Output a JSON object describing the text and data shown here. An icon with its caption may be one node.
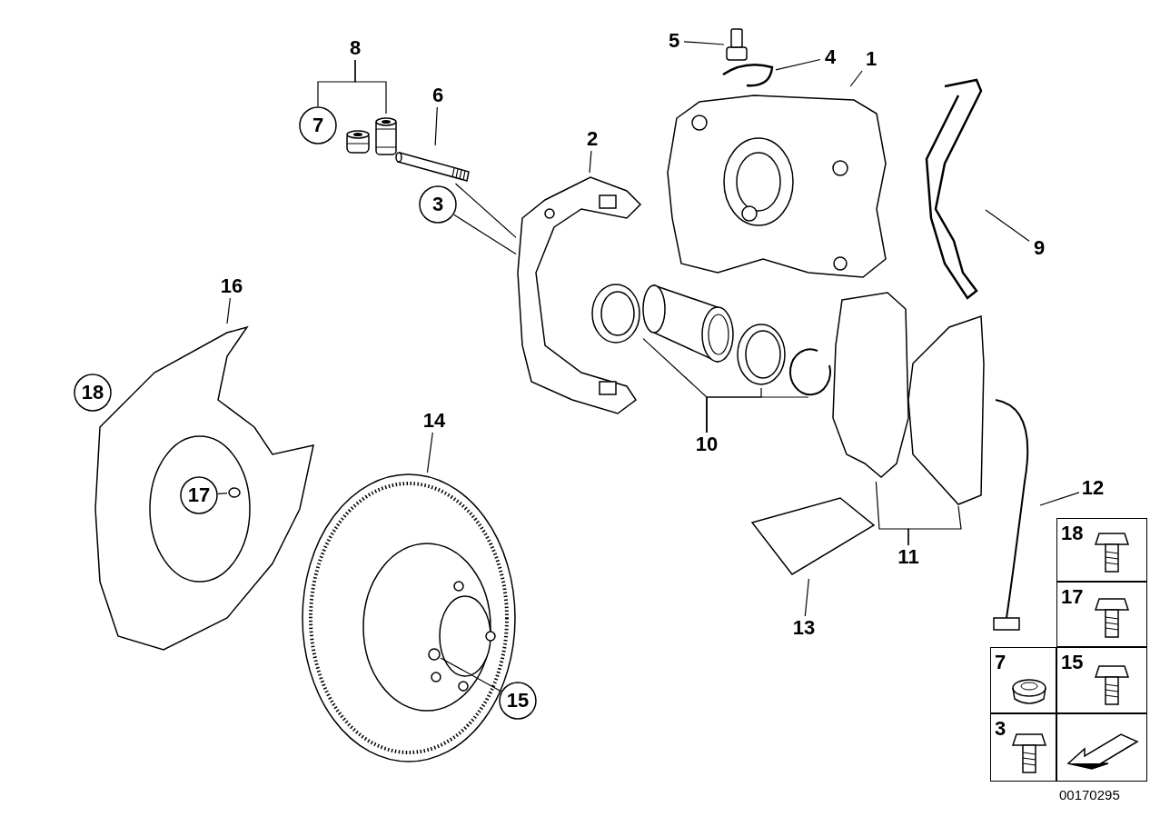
{
  "diagram": {
    "nodes": [
      {
        "text": [
          "1"
        ]
      },
      {
        "text": [
          "2"
        ]
      },
      {
        "text": [
          "3"
        ]
      },
      {
        "text": [
          "4"
        ]
      },
      {
        "text": [
          "5"
        ]
      },
      {
        "text": [
          "6"
        ]
      },
      {
        "text": [
          "7"
        ]
      },
      {
        "text": [
          "8"
        ]
      },
      {
        "text": [
          "9"
        ]
      },
      {
        "text": [
          "10"
        ]
      },
      {
        "text": [
          "11"
        ]
      },
      {
        "text": [
          "12"
        ]
      },
      {
        "text": [
          "13"
        ]
      },
      {
        "text": [
          "14"
        ]
      },
      {
        "text": [
          "15"
        ]
      },
      {
        "text": [
          "16"
        ]
      },
      {
        "text": [
          "17"
        ],
        "in": 35
      },
      {
        "text": [
          "18"
        ]
      },
      {
        "text": [],
        "shape": "picture"
      },
      {
        "text": [],
        "shape": "picture"
      },
      {
        "text": [],
        "shape": "picture"
      },
      {
        "text": [],
        "shape": "picture"
      },
      {
        "text": [],
        "shape": "picture"
      },
      {
        "text": [],
        "shape": "picture"
      },
      {
        "text": [],
        "shape": "picture"
      },
      {
        "text": [],
        "shape": "picture"
      },
      {
        "text": [],
        "shape": "picture"
      },
      {
        "text": [],
        "shape": "picture"
      },
      {
        "text": [],
        "shape": "picture"
      },
      {
        "text": [],
        "shape": "picture"
      },
      {
        "text": [],
        "shape": "picture"
      },
      {
        "text": [],
        "shape": "picture"
      },
      {
        "text": [],
        "shape": "picture"
      },
      {
        "text": [],
        "shape": "picture"
      },
      {
        "text": [],
        "shape": "circle",
        "in": 33
      },
      {
        "text": [],
        "shape": "picture"
      },
      {
        "text": [],
        "shape": "circle",
        "in": 35
      }
    ],
    "edges": [
      {
        "from": 0,
        "to": 18,
        "arrow": "none"
      },
      {
        "from": 1,
        "to": 19,
        "arrow": "none"
      },
      {
        "from": 2,
        "to": 19,
        "arrow": "none"
      },
      {
        "from": 3,
        "to": 24,
        "arrow": "none"
      },
      {
        "from": 4,
        "to": 23,
        "arrow": "none"
      },
      {
        "from": 5,
        "to": 20,
        "arrow": "none"
      },
      {
        "from": 7,
        "to": 6,
        "arrow": "none"
      },
      {
        "from": 7,
        "to": 22,
        "arrow": "none"
      },
      {
        "from": 8,
        "to": 25,
        "arrow": "none"
      },
      {
        "from": 9,
        "to": 26,
        "arrow": "none"
      },
      {
        "from": 9,
        "to": 27,
        "arrow": "none"
      },
      {
        "from": 9,
        "to": 28,
        "arrow": "none"
      },
      {
        "from": 10,
        "to": 29,
        "arrow": "none"
      },
      {
        "from": 10,
        "to": 30,
        "arrow": "none"
      },
      {
        "from": 11,
        "to": 31,
        "arrow": "none"
      },
      {
        "from": 12,
        "to": 32,
        "arrow": "none"
      },
      {
        "from": 13,
        "to": 33,
        "arrow": "none"
      },
      {
        "from": 14,
        "to": 34,
        "arrow": "none"
      },
      {
        "from": 15,
        "to": 35,
        "arrow": "none"
      },
      {
        "from": 16,
        "to": 36,
        "arrow": "none"
      },
      {
        "from": 17,
        "to": 35,
        "arrow": "none"
      },
      {
        "from": 20,
        "to": 19,
        "arrow": "none"
      }
    ],
    "labels": [
      "18",
      "17",
      "7",
      "15",
      "3",
      "00170295"
    ]
  }
}
